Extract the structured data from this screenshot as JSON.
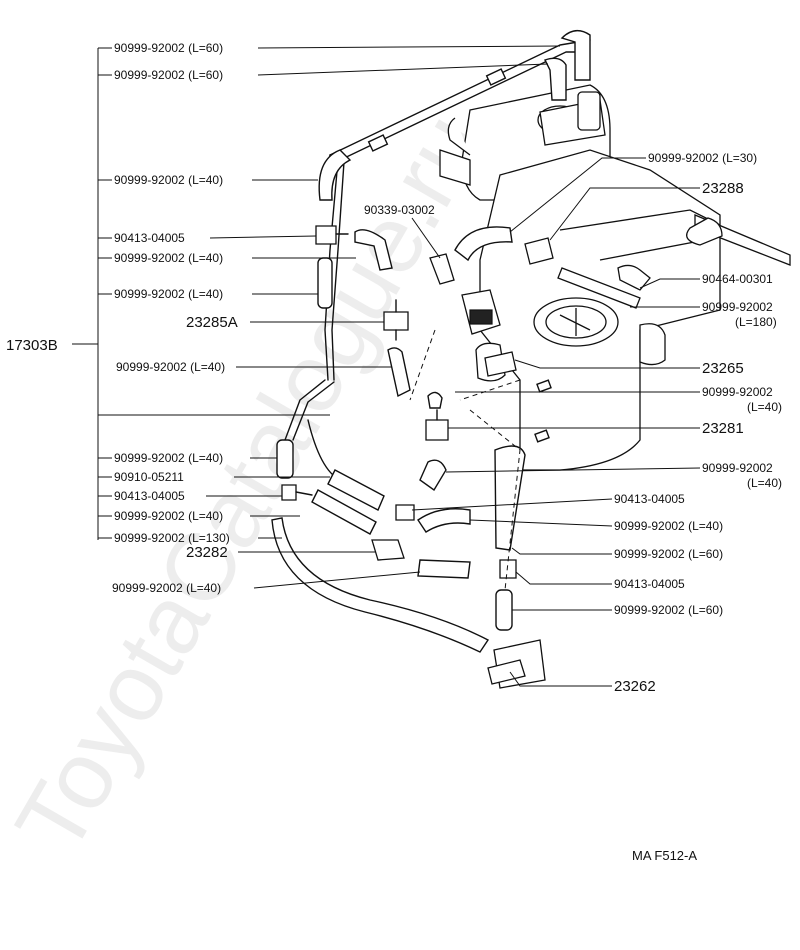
{
  "watermark": "ToyotaCatalogue.ru",
  "assembly_label": "17303B",
  "figure_code": "MA F512-A",
  "left_labels": [
    "90999-92002 (L=60)",
    "90999-92002 (L=60)",
    "90999-92002 (L=40)",
    "90413-04005",
    "90999-92002 (L=40)",
    "90999-92002 (L=40)",
    "23285A",
    "90999-92002 (L=40)",
    "90999-92002 (L=40)",
    "90910-05211",
    "90413-04005",
    "90999-92002 (L=40)",
    "90999-92002 (L=130)",
    "23282",
    "90999-92002 (L=40)"
  ],
  "mid_labels": [
    "90339-03002"
  ],
  "right_labels": [
    "90999-92002 (L=30)",
    "23288",
    "90464-00301",
    "90999-92002",
    "(L=180)",
    "23265",
    "90999-92002",
    "(L=40)",
    "23281",
    "90999-92002",
    "(L=40)",
    "90413-04005",
    "90999-92002 (L=40)",
    "90999-92002 (L=60)",
    "90413-04005",
    "90999-92002 (L=60)",
    "23262"
  ]
}
